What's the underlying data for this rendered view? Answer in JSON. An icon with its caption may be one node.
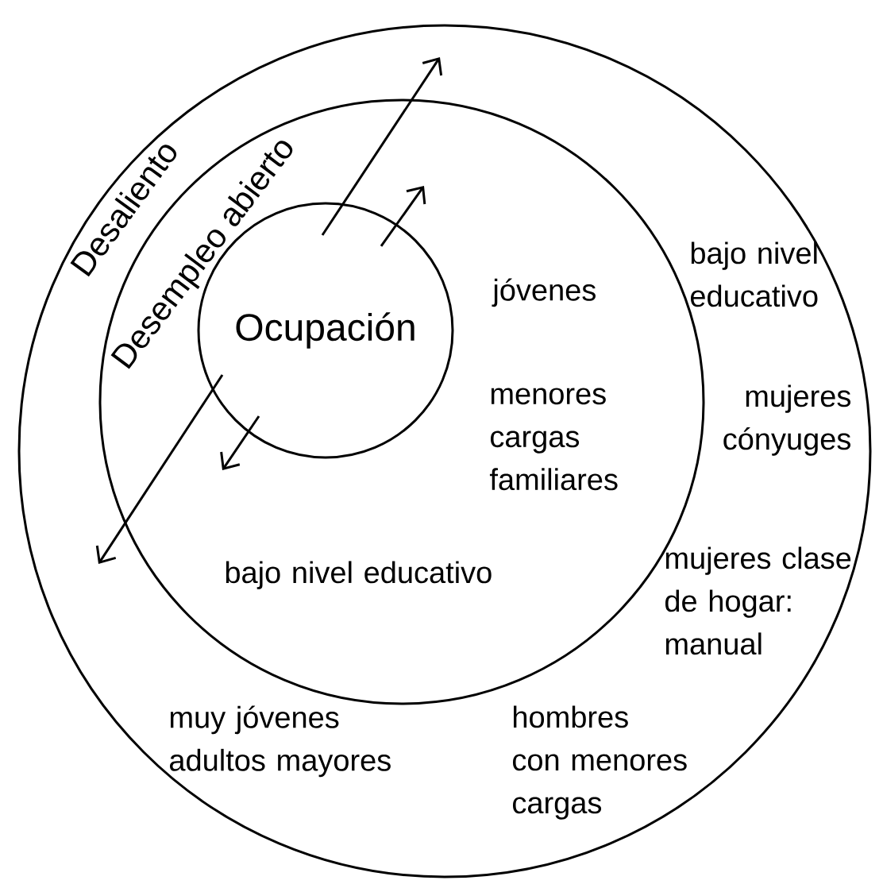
{
  "diagram": {
    "nodes": [
      {
        "text": [
          "Desaliento"
        ]
      },
      {
        "text": [
          "Desempleo abierto"
        ],
        "in": 0
      },
      {
        "text": [
          "Ocupación"
        ],
        "in": 1
      }
    ],
    "edges": [
      {
        "from": 2,
        "to": 0,
        "arrow": "to"
      },
      {
        "from": 2,
        "to": null,
        "arrow": "to"
      },
      {
        "from": 2,
        "to": 0,
        "arrow": "to"
      },
      {
        "from": 2,
        "to": null,
        "arrow": "to"
      }
    ],
    "labels": [
      "jóvenes",
      "menores cargas familiares",
      "bajo nivel educativo",
      "bajo nivel educativo",
      "mujeres cónyuges",
      "mujeres clase de hogar: manual",
      "muy jóvenes adultos mayores",
      "hombres con menores cargas"
    ]
  }
}
